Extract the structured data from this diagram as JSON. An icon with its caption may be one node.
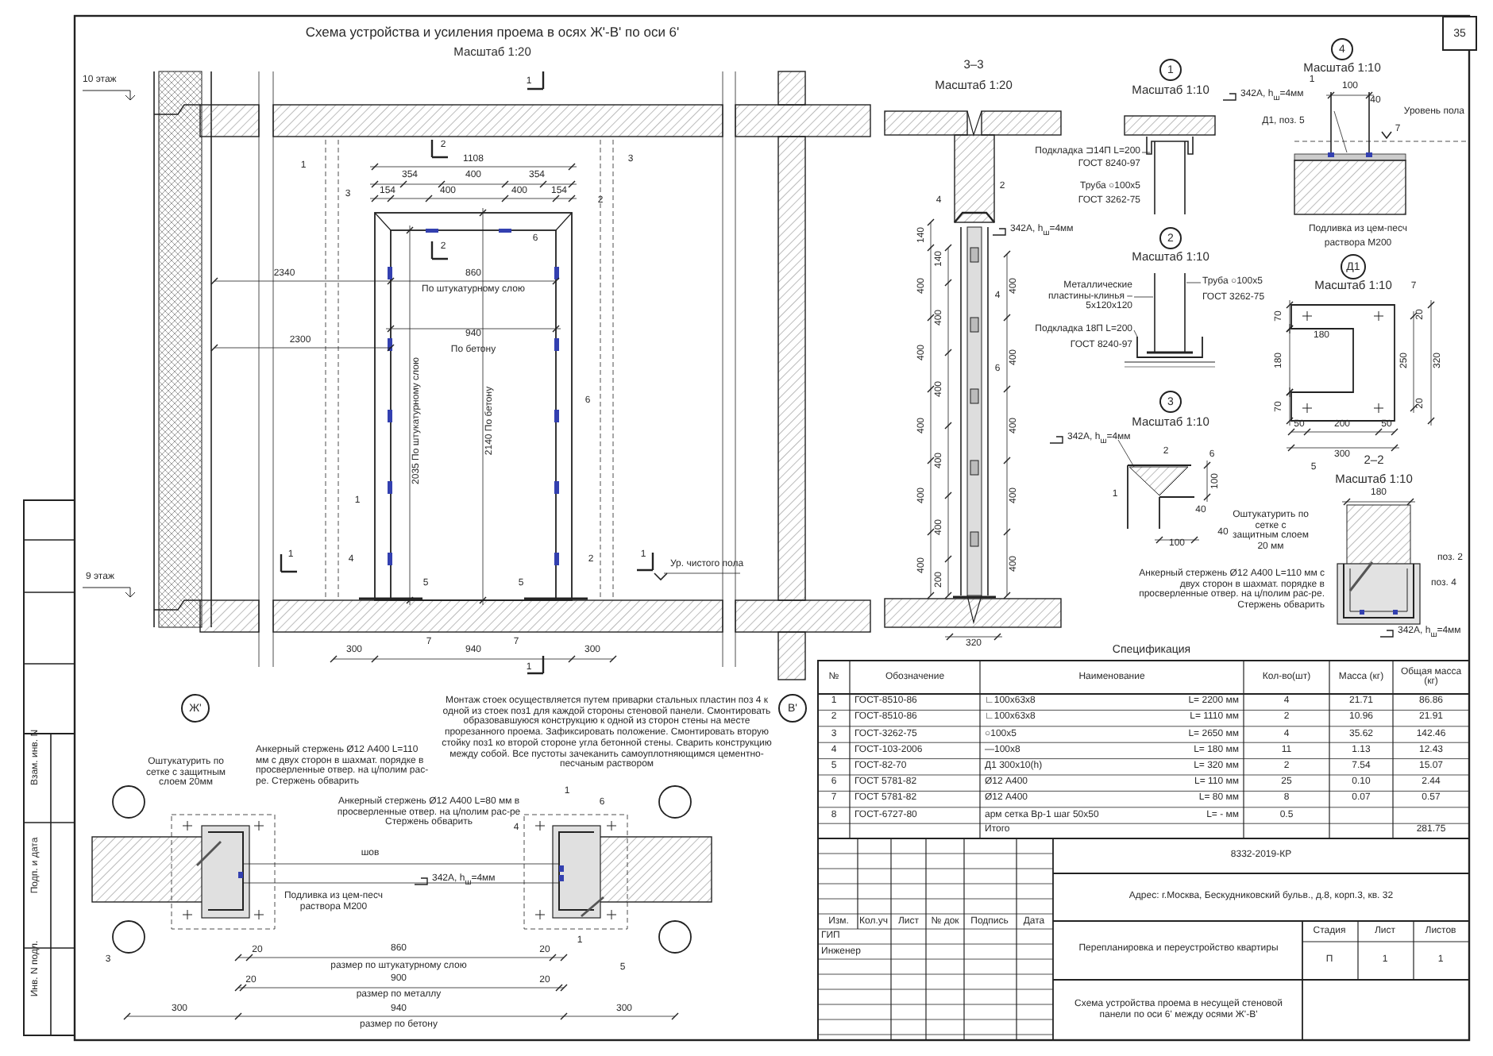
{
  "diagram": {
    "title": "Схема устройства и усиления проема в осях Ж'-В' по оси 6'",
    "nodes": [
      {
        "text": [
          "35"
        ]
      },
      {
        "text": [
          "1"
        ],
        "beside": [
          "Масштаб 1:10"
        ]
      },
      {
        "text": [
          "2"
        ],
        "beside": [
          "Масштаб 1:10"
        ]
      },
      {
        "text": [
          "3"
        ],
        "beside": [
          "Масштаб 1:10"
        ]
      },
      {
        "text": [
          "4"
        ],
        "beside": [
          "Масштаб 1:10"
        ]
      },
      {
        "text": [
          "Д1"
        ],
        "beside": [
          "Масштаб 1:10"
        ]
      },
      {
        "text": [
          "Ж'"
        ]
      },
      {
        "text": [
          "В'"
        ]
      }
    ],
    "labels": [
      "Масштаб 1:20",
      "10 этаж",
      "1",
      "2",
      "1",
      "1108",
      "354",
      "400",
      "354",
      "3",
      "154",
      "400",
      "400",
      "154",
      "3",
      "2",
      "6",
      "2",
      "2340",
      "860",
      "По штукатурному слою",
      "2300",
      "940",
      "По бетону",
      "2035 По штукатурному слою",
      "2140 По бетону",
      "6",
      "1",
      "1",
      "4",
      "2",
      "1",
      "Ур. чистого пола",
      "9 этаж",
      "5",
      "5",
      "300",
      "7",
      "940",
      "7",
      "300",
      "1",
      "Монтаж стоек осуществляется путем приварки стальных пластин поз 4 к одной из стоек поз1 для каждой стороны стеновой панели. Смонтировать образовавшуюся конструкцию к одной из сторон стены на месте прорезанного проема. Зафиксировать положение. Смонтировать вторую стойку поз1 ко второй стороне угла бетонной стены. Сварить конструкцию между собой. Все пустоты зачеканить самоуплотняющимся цементно-песчаным раствором",
      "Оштукатурить по сетке с защитным слоем 20мм",
      "Анкерный стержень Ø12 А400 L=110 мм с двух сторон в шахмат. порядке в просверленные отвер. на ц/полим рас-ре. Стержень обварить",
      "Анкерный стержень Ø12 А400 L=80 мм в просверленные отвер. на ц/полим рас-ре Стержень обварить",
      "1",
      "6",
      "4",
      "шов",
      "Подливка из цем-песч раствора М200",
      "342А, h$_{ш}$=4мм",
      "3",
      "20",
      "860",
      "20",
      "1",
      "размер по штукатурному слою",
      "5",
      "20",
      "900",
      "20",
      "размер по металлу",
      "300",
      "940",
      "300",
      "размер по бетону",
      "Инв. N подл.",
      "Подп. и дата",
      "Взам. инв. N",
      "3–3",
      "Масштаб 1:20",
      "2",
      "4",
      "342А, h$_{ш}$=4мм",
      "140",
      "140",
      "400",
      "400",
      "4",
      "400",
      "400",
      "400",
      "6",
      "400",
      "400",
      "400",
      "400",
      "400",
      "400",
      "400",
      "400",
      "400",
      "200",
      "320",
      "Подкладка ⊐14П L=200",
      "ГОСТ 8240-97",
      "Труба ○100х5",
      "ГОСТ 3262-75",
      "Металлические пластины-клинья – 5х120х120",
      "Подкладка 18П L=200",
      "ГОСТ 8240-97",
      "Труба ○100х5",
      "ГОСТ 3262-75",
      "342А, h$_{ш}$=4мм",
      "2",
      "6",
      "100",
      "1",
      "40",
      "100",
      "40",
      "1",
      "342А, h$_{ш}$=4мм",
      "100",
      "40",
      "Уровень пола",
      "Д1, поз. 5",
      "7",
      "Подливка из цем-песч",
      "раствора М200",
      "7",
      "70",
      "20",
      "180",
      "180",
      "250",
      "320",
      "70",
      "20",
      "50",
      "200",
      "50",
      "300",
      "5",
      "2–2",
      "Масштаб 1:10",
      "180",
      "Оштукатурить по сетке с защитным слоем 20 мм",
      "Анкерный стержень Ø12 А400 L=110 мм с двух сторон в шахмат. порядке в просверленные отвер. на ц/полим рас-ре. Стержень обварить",
      "поз. 2",
      "поз. 4",
      "342А, h$_{ш}$=4мм",
      "Спецификация",
      "№",
      "Обозначение",
      "Наименование",
      "Кол-во(шт)",
      "Масса (кг)",
      "Общая масса (кг)",
      "1",
      "ГОСТ-8510-86",
      "∟100х63х8",
      "L= 2200 мм",
      "4",
      "21.71",
      "86.86",
      "2",
      "ГОСТ-8510-86",
      "∟100х63х8",
      "L= 1110 мм",
      "2",
      "10.96",
      "21.91",
      "3",
      "ГОСТ-3262-75",
      "○100х5",
      "L= 2650 мм",
      "4",
      "35.62",
      "142.46",
      "4",
      "ГОСТ-103-2006",
      "—100х8",
      "L= 180 мм",
      "11",
      "1.13",
      "12.43",
      "5",
      "ГОСТ-82-70",
      "Д1 300х10(h)",
      "L= 320 мм",
      "2",
      "7.54",
      "15.07",
      "6",
      "ГОСТ 5781-82",
      "Ø12 А400",
      "L= 110 мм",
      "25",
      "0.10",
      "2.44",
      "7",
      "ГОСТ 5781-82",
      "Ø12 А400",
      "L= 80 мм",
      "8",
      "0.07",
      "0.57",
      "8",
      "ГОСТ-6727-80",
      "арм сетка Вр-1 шаг 50х50",
      "L= - мм",
      "0.5",
      "Итого",
      "281.75",
      "Изм.",
      "Кол.уч",
      "Лист",
      "№ док",
      "Подпись",
      "Дата",
      "ГИП",
      "Инженер",
      "8332-2019-КР",
      "Адрес: г.Москва, Бескудниковский бульв., д.8, корп.3, кв. 32",
      "Перепланировка и переустройство квартиры",
      "Стадия",
      "Лист",
      "Листов",
      "П",
      "1",
      "1",
      "Схема устройства проема в несущей стеновой панели по оси 6' между осями Ж'-В'"
    ]
  }
}
